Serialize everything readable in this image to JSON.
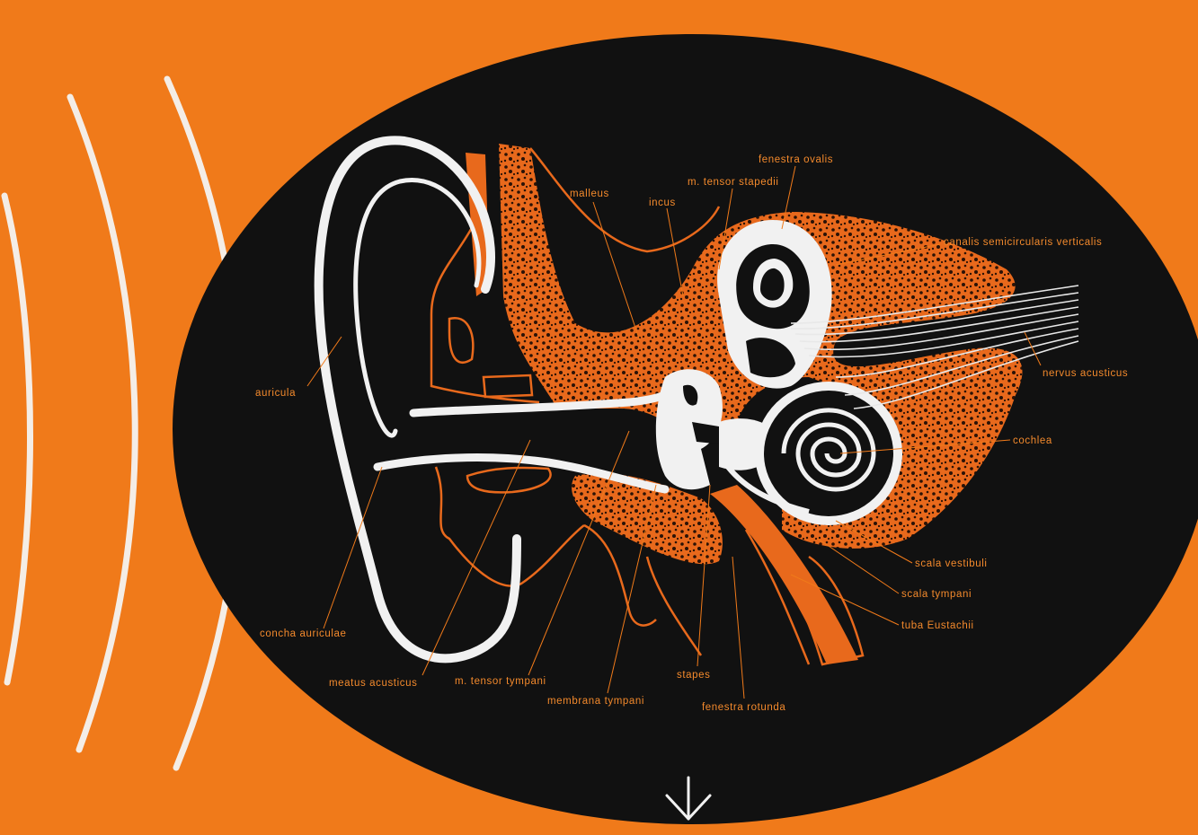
{
  "colors": {
    "background": "#f07a1a",
    "ellipse": "#111111",
    "outline": "#f1f1f1",
    "bone": "#e8691c",
    "label": "#f48a2c"
  },
  "labels": {
    "malleus": "malleus",
    "incus": "incus",
    "tensor_stapedii": "m. tensor stapedii",
    "fenestra_ovalis": "fenestra ovalis",
    "canalis": "canalis semicircularis verticalis",
    "nervus": "nervus acusticus",
    "cochlea": "cochlea",
    "auricula": "auricula",
    "scala_vestibuli": "scala vestibuli",
    "scala_tympani": "scala tympani",
    "tuba": "tuba Eustachii",
    "concha": "concha auriculae",
    "meatus": "meatus acusticus",
    "tensor_tympani": "m. tensor tympani",
    "membrana": "membrana tympani",
    "stapes": "stapes",
    "fenestra_rotunda": "fenestra rotunda"
  },
  "icons": {
    "sound_waves": "sound-waves-icon",
    "arrow": "arrow-down-icon"
  }
}
